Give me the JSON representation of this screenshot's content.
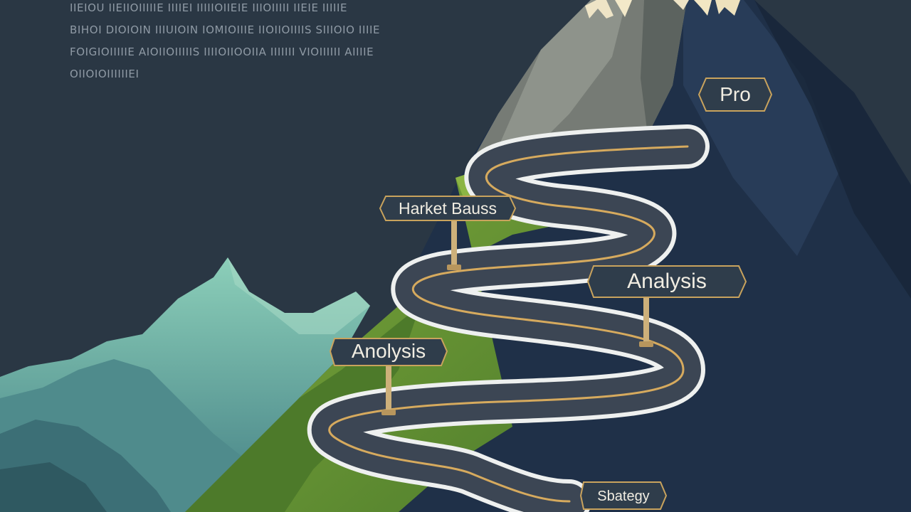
{
  "blurb": {
    "lines": [
      "IIEIOU IIEIIOIIIIIE IIIIEI IIIIIOIIEIE IIIOIIIII IIEIE IIIIIE",
      "BIHOI DIOIOIN IIIUIOIN IOMIOIIIE IIOIIOIIIIS SIIIOIO IIIIE",
      "FOIGIOIIIIIE AIOIIOIIIIIS IIIIOIIOOIIA IIIIIII VIOIIIIII AIIIIE",
      "OIIOIOIIIIIIEI"
    ]
  },
  "signs": {
    "pro": "Pro",
    "market_basis": "Harket Bauss",
    "analysis_right": "Analysis",
    "analysis_left": "Anolysis",
    "strategy": "Sbategy"
  },
  "colors": {
    "sky": "#2a3744",
    "mountain_dark": "#1f3048",
    "mountain_grey": "#757a74",
    "snow": "#eee4c6",
    "hill_green": "#5e8a35",
    "teal_mountain": "#5e9e94",
    "road": "#3c4654",
    "road_edge": "#eef0ef",
    "road_line": "#d6aa5e",
    "sign_bg": "#2f3d4b",
    "sign_border": "#c9a35d",
    "post": "#cdb07a"
  },
  "icons": [
    "winding-road",
    "mountain-peak",
    "signpost"
  ]
}
